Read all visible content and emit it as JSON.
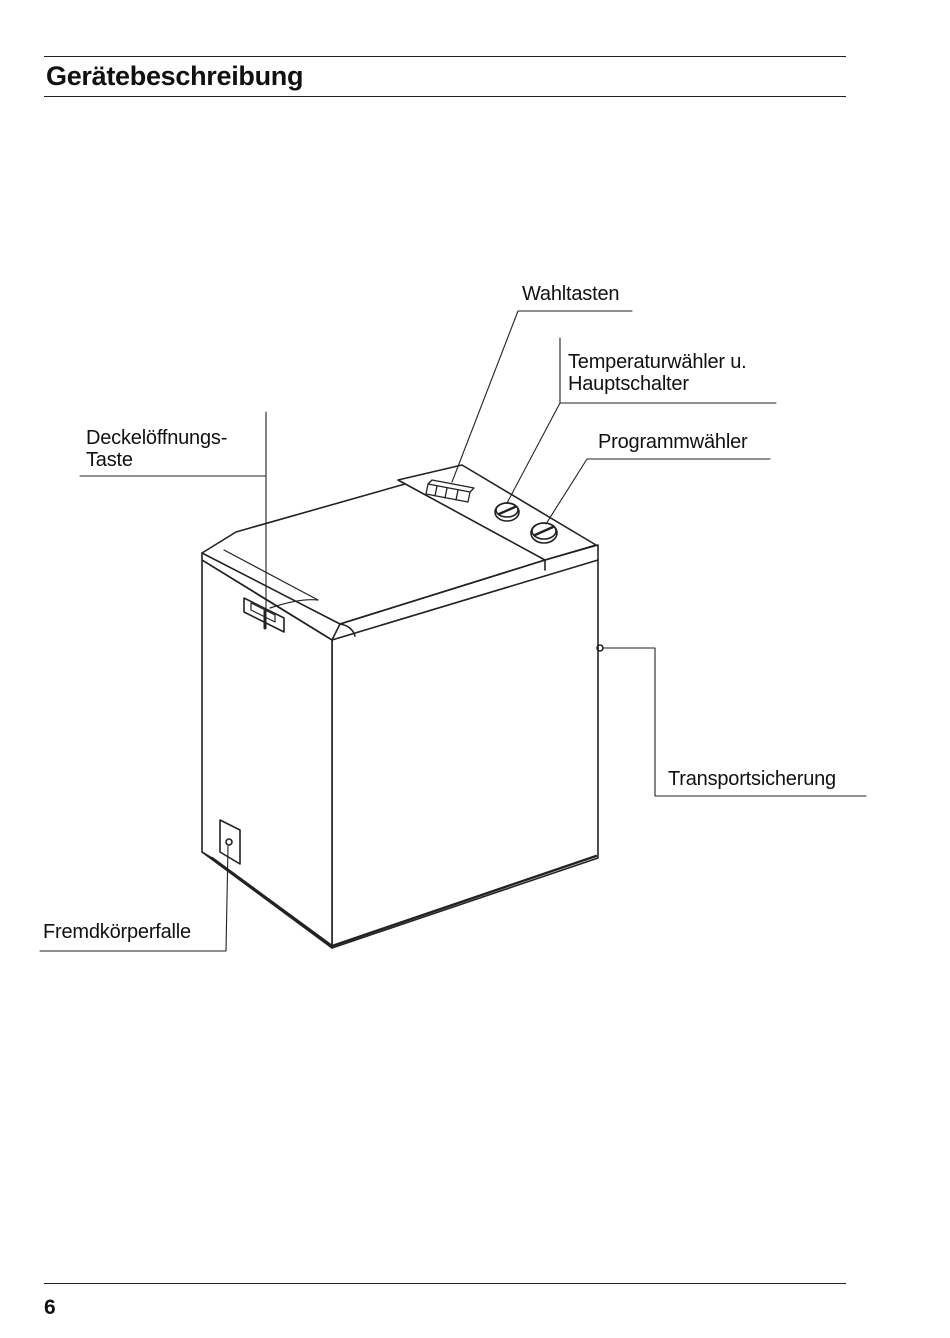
{
  "document": {
    "title": "Gerätebeschreibung",
    "page_number": "6"
  },
  "labels": {
    "wahltasten": "Wahltasten",
    "temperatur_line1": "Temperaturwähler u.",
    "temperatur_line2": "Hauptschalter",
    "programm": "Programmwähler",
    "deckel_line1": "Deckelöffnungs-",
    "deckel_line2": "Taste",
    "transport": "Transportsicherung",
    "fremdkoerper": "Fremdkörperfalle"
  }
}
